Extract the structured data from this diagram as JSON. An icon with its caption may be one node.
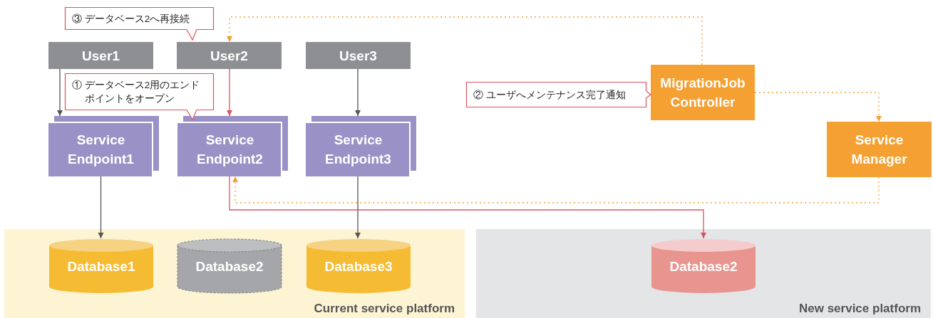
{
  "diagram": {
    "nodes": [
      {
        "text": [
          "Current service platform"
        ]
      },
      {
        "text": [
          "New service platform"
        ]
      },
      {
        "text": [
          "User1"
        ]
      },
      {
        "text": [
          "User2"
        ]
      },
      {
        "text": [
          "User3"
        ]
      },
      {
        "text": [
          "Service Endpoint1"
        ]
      },
      {
        "text": [
          "Service Endpoint2"
        ]
      },
      {
        "text": [
          "Service Endpoint3"
        ]
      },
      {
        "text": [
          "MigrationJob Controller"
        ]
      },
      {
        "text": [
          "Service Manager"
        ]
      },
      {
        "text": [
          "Database1"
        ],
        "in": 0
      },
      {
        "text": [
          "Database2"
        ],
        "in": 0
      },
      {
        "text": [
          "Database3"
        ],
        "in": 0
      },
      {
        "text": [
          "Database2"
        ],
        "in": 1
      },
      {
        "text": [
          "③ データベース2へ再接続"
        ]
      },
      {
        "text": [
          "① データベース2用のエンドポイントをオープン"
        ]
      },
      {
        "text": [
          "② ユーザへメンテナンス完了通知"
        ]
      }
    ],
    "edges": [
      {
        "from": 2,
        "to": 5,
        "arrow": "to"
      },
      {
        "from": 3,
        "to": 6,
        "arrow": "to",
        "color": "#e0525a"
      },
      {
        "from": 4,
        "to": 7,
        "arrow": "to"
      },
      {
        "from": 5,
        "to": 10,
        "arrow": "to"
      },
      {
        "from": 7,
        "to": 12,
        "arrow": "to"
      },
      {
        "from": 6,
        "to": 13,
        "arrow": "to",
        "color": "#e0525a"
      },
      {
        "from": 8,
        "to": 3,
        "arrow": "to",
        "style": "dashed",
        "color": "#f5a032"
      },
      {
        "from": 8,
        "to": 9,
        "arrow": "to",
        "style": "dashed",
        "color": "#f5a032"
      },
      {
        "from": 9,
        "to": 6,
        "arrow": "to",
        "style": "dashed",
        "color": "#f5a032"
      }
    ]
  }
}
